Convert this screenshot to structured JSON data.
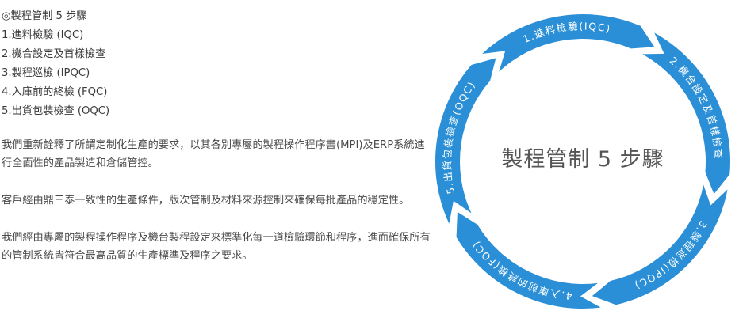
{
  "steps_heading": "◎製程管制 5 步驟",
  "steps": [
    "1.進料檢驗 (IQC)",
    "2.機合設定及首樣檢查",
    "3.製程巡檢 (IPQC)",
    "4.入庫前的終檢 (FQC)",
    "5.出貨包裝檢查 (OQC)"
  ],
  "paragraphs": [
    "我們重新詮釋了所謂定制化生產的要求，以其各別專屬的製程操作程序書(MPI)及ERP系統進行全面性的產品製造和倉儲管控。",
    "客戶經由鼎三泰一致性的生產條件，版次管制及材料來源控制來確保每批產品的穩定性。",
    "我們經由專屬的製程操作程序及機台製程設定來標準化每一道檢驗環節和程序，進而確保所有的管制系統皆符合最高品質的生產標準及程序之要求。"
  ],
  "diagram": {
    "center_title": "製程管制 5 步驟",
    "arc_color": "#2a8fd6",
    "stages": [
      "1.進料檢驗(IQC)",
      "2.機台設定及首樣檢查",
      "3.製程巡檢(IPQC)",
      "4.入庫前的終檢(FQC)",
      "5.出貨包裝檢查(OQC)"
    ]
  }
}
